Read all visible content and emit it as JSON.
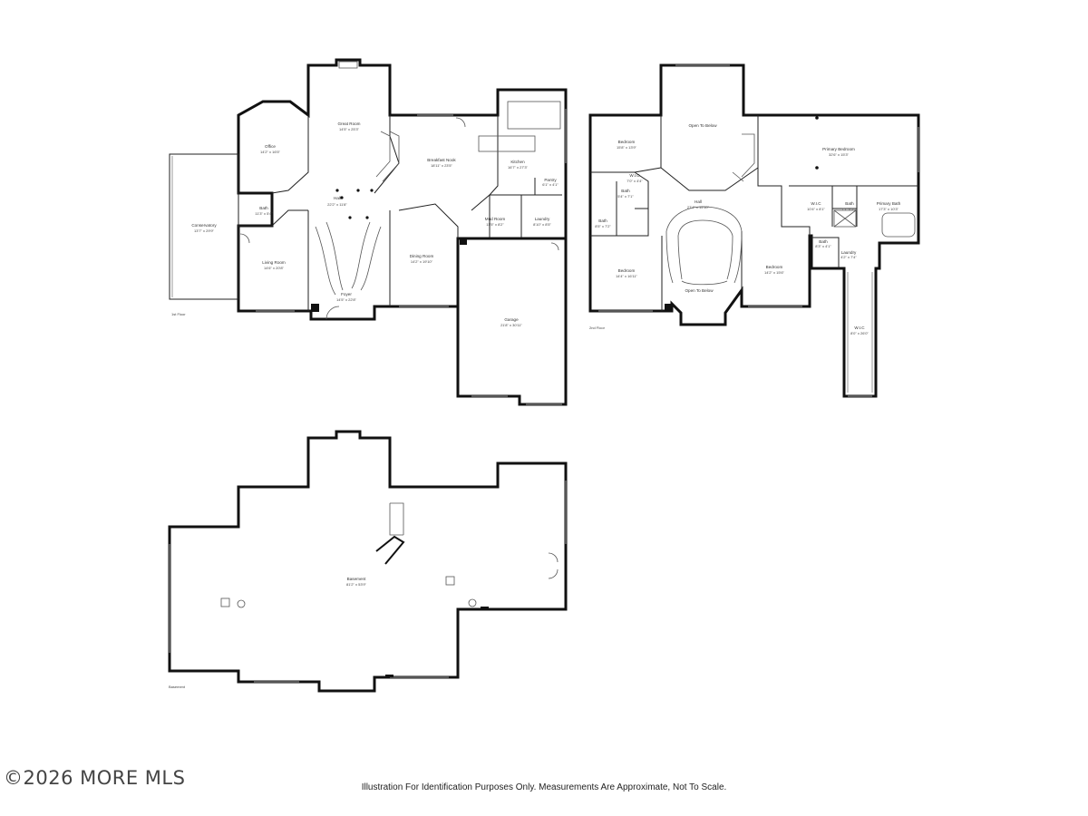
{
  "watermark": "©2026 MORE MLS",
  "disclaimer": "Illustration For Identification Purposes Only. Measurements Are Approximate, Not To Scale.",
  "floors": {
    "first": {
      "label": "1st Floor",
      "rooms": [
        {
          "key": "great_room",
          "name": "Great Room",
          "dim": "14'5\" x 25'3\""
        },
        {
          "key": "office",
          "name": "Office",
          "dim": "14'2\" x 16'5\""
        },
        {
          "key": "conservatory",
          "name": "Conservatory",
          "dim": "13'7\" x 29'9\""
        },
        {
          "key": "bath",
          "name": "Bath",
          "dim": "11'3\" x 5'4\""
        },
        {
          "key": "hall",
          "name": "Hall",
          "dim": "22'2\" x 11'8\""
        },
        {
          "key": "breakfast",
          "name": "Breakfast Nook",
          "dim": "18'11\" x 23'5\""
        },
        {
          "key": "kitchen",
          "name": "Kitchen",
          "dim": "16'7\" x 27'3\""
        },
        {
          "key": "pantry",
          "name": "Pantry",
          "dim": "6'1\" x 4'1\""
        },
        {
          "key": "living",
          "name": "Living Room",
          "dim": "14'6\" x 20'8\""
        },
        {
          "key": "dining",
          "name": "Dining Room",
          "dim": "14'2\" x 19'10\""
        },
        {
          "key": "mud",
          "name": "Mud Room",
          "dim": "11'5\" x 8'2\""
        },
        {
          "key": "laundry",
          "name": "Laundry",
          "dim": "8'10\" x 8'5\""
        },
        {
          "key": "foyer",
          "name": "Foyer",
          "dim": "14'5\" x 22'8\""
        },
        {
          "key": "garage",
          "name": "Garage",
          "dim": "21'8\" x 30'11\""
        }
      ]
    },
    "second": {
      "label": "2nd Floor",
      "rooms": [
        {
          "key": "bedroom_nw",
          "name": "Bedroom",
          "dim": "15'8\" x 13'9\""
        },
        {
          "key": "open_top",
          "name": "Open To Below",
          "dim": ""
        },
        {
          "key": "primary_bed",
          "name": "Primary Bedroom",
          "dim": "32'6\" x 15'3\""
        },
        {
          "key": "wic_small",
          "name": "W.I.C",
          "dim": "7'0\" x 4'4\""
        },
        {
          "key": "bath_a",
          "name": "Bath",
          "dim": "8'5\" x 7'2\""
        },
        {
          "key": "hall2",
          "name": "Hall",
          "dim": "27'4\" x 15'10\""
        },
        {
          "key": "wic_mid",
          "name": "W.I.C",
          "dim": "10'4\" x 8'1\""
        },
        {
          "key": "bath_b",
          "name": "Bath",
          "dim": "7'1\" x 5'5\""
        },
        {
          "key": "primary_bath",
          "name": "Primary Bath",
          "dim": "17'3\" x 10'3\""
        },
        {
          "key": "bath_c",
          "name": "Bath",
          "dim": "8'3\" x 4'1\""
        },
        {
          "key": "bath_d",
          "name": "Bath",
          "dim": "5'4\" x 7'1\""
        },
        {
          "key": "laundry2",
          "name": "Laundry",
          "dim": "4'2\" x 7'4\""
        },
        {
          "key": "bedroom_sw",
          "name": "Bedroom",
          "dim": "14'4\" x 16'11\""
        },
        {
          "key": "open_bottom",
          "name": "Open To Below",
          "dim": ""
        },
        {
          "key": "bedroom_se",
          "name": "Bedroom",
          "dim": "14'2\" x 15'6\""
        },
        {
          "key": "wic_long",
          "name": "W.I.C",
          "dim": "8'0\" x 26'0\""
        }
      ]
    },
    "basement": {
      "label": "Basement",
      "rooms": [
        {
          "key": "basement",
          "name": "Basement",
          "dim": "81'2\" x 53'9\""
        }
      ]
    }
  }
}
